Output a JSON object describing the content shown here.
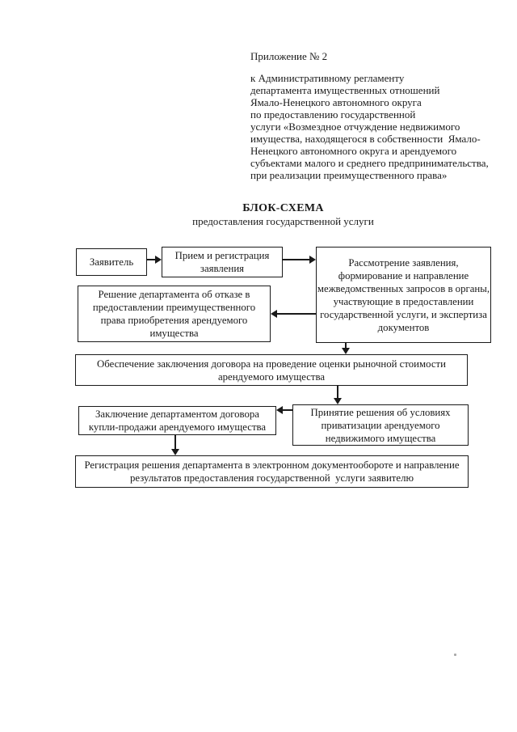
{
  "document": {
    "appendix_label": "Приложение № 2",
    "appendix_details": "к Административному регламенту\nдепартамента имущественных отношений\nЯмало-Ненецкого автономного округа\nпо предоставлению государственной\nуслуги «Возмездное отчуждение недвижимого\nимущества, находящегося в собственности  Ямало-\nНенецкого автономного округа и арендуемого\nсубъектами малого и среднего предпринимательства,\nпри реализации преимущественного права»",
    "title": "БЛОК-СХЕМА",
    "subtitle": "предоставления государственной услуги"
  },
  "flowchart": {
    "boxes": {
      "applicant": "Заявитель",
      "reception": "Прием и регистрация\nзаявления",
      "review": "Рассмотрение заявления,\nформирование и направление\nмежведомственных запросов в органы,\nучаствующие в предоставлении\nгосударственной услуги, и экспертиза\nдокументов",
      "refusal": "Решение департамента об отказе в\nпредоставлении преимущественного\nправа приобретения арендуемого\nимущества",
      "valuation": "Обеспечение заключения договора на проведение оценки рыночной стоимости\nарендуемого имущества",
      "privatization_decision": "Принятие решения об условиях\nприватизации арендуемого\nнедвижимого имущества",
      "contract": "Заключение департаментом договора\nкупли-продажи арендуемого имущества",
      "registration": "Регистрация решения департамента в электронном документообороте и направление\nрезультатов предоставления государственной  услуги заявителю"
    },
    "connections": [
      {
        "from": "applicant",
        "to": "reception"
      },
      {
        "from": "reception",
        "to": "review"
      },
      {
        "from": "review",
        "to": "refusal"
      },
      {
        "from": "review",
        "to": "valuation"
      },
      {
        "from": "valuation",
        "to": "privatization_decision"
      },
      {
        "from": "privatization_decision",
        "to": "contract"
      },
      {
        "from": "contract",
        "to": "registration"
      }
    ]
  },
  "colors": {
    "ink": "#1a1a1a",
    "paper": "#ffffff"
  }
}
